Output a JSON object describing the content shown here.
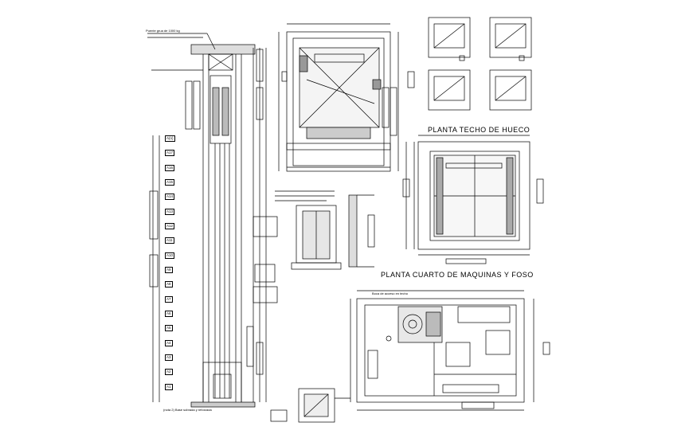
{
  "drawing": {
    "titles": {
      "roof_plan": "PLANTA TECHO DE HUECO",
      "machine_room_plan": "PLANTA CUARTO DE MAQUINAS Y FOSO"
    },
    "section_levels": [
      "A(n)",
      "A17",
      "A16",
      "A15",
      "A14",
      "A13",
      "A12",
      "A11",
      "A10",
      "A9",
      "A8",
      "A7",
      "A6",
      "A5",
      "A4",
      "A3",
      "A2",
      "A1"
    ],
    "notes": {
      "note_bottom_left": "(nota 2) Base sobrada y reforzada",
      "note_hoist_left": "Puente grua de 1000 kg",
      "note_machine_room": "Boca de acceso en techo"
    }
  }
}
